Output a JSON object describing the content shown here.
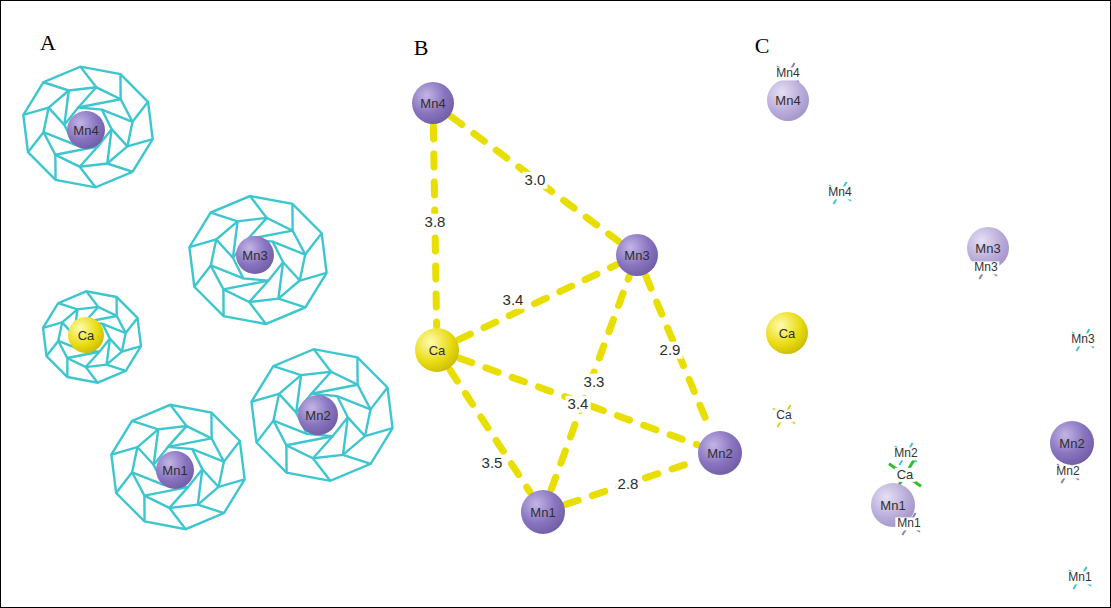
{
  "diagram": {
    "nodes": [
      {
        "text": [
          "Mn4"
        ]
      },
      {
        "text": [
          "Mn3"
        ]
      },
      {
        "text": [
          "Ca"
        ]
      },
      {
        "text": [
          "Mn2"
        ]
      },
      {
        "text": [
          "Mn1"
        ]
      },
      {
        "text": [
          "Mn4"
        ]
      },
      {
        "text": [
          "Mn3"
        ]
      },
      {
        "text": [
          "Ca"
        ]
      },
      {
        "text": [
          "Mn2"
        ]
      },
      {
        "text": [
          "Mn1"
        ]
      },
      {
        "text": [
          "Mn4"
        ]
      },
      {
        "text": [
          "Mn3"
        ]
      },
      {
        "text": [
          "Ca"
        ]
      },
      {
        "text": [
          "Mn2"
        ]
      },
      {
        "text": [
          "Mn1"
        ]
      }
    ],
    "edges": [
      {
        "from": 5,
        "to": 6,
        "arrow": "none",
        "label": "3.0"
      },
      {
        "from": 5,
        "to": 7,
        "arrow": "none",
        "label": "3.8"
      },
      {
        "from": 7,
        "to": 6,
        "arrow": "none",
        "label": "3.4"
      },
      {
        "from": 6,
        "to": 8,
        "arrow": "none",
        "label": "2.9"
      },
      {
        "from": 9,
        "to": 6,
        "arrow": "none",
        "label": "3.3"
      },
      {
        "from": 7,
        "to": 8,
        "arrow": "none",
        "label": "3.4"
      },
      {
        "from": 7,
        "to": 9,
        "arrow": "none",
        "label": "3.5"
      },
      {
        "from": 9,
        "to": 8,
        "arrow": "none",
        "label": "2.8"
      }
    ],
    "labels": [
      "A",
      "B",
      "C",
      "Mn4",
      "Mn4",
      "Mn3",
      "Mn3",
      "Ca",
      "Mn2",
      "Mn2",
      "Ca",
      "Mn1",
      "Mn1"
    ]
  }
}
